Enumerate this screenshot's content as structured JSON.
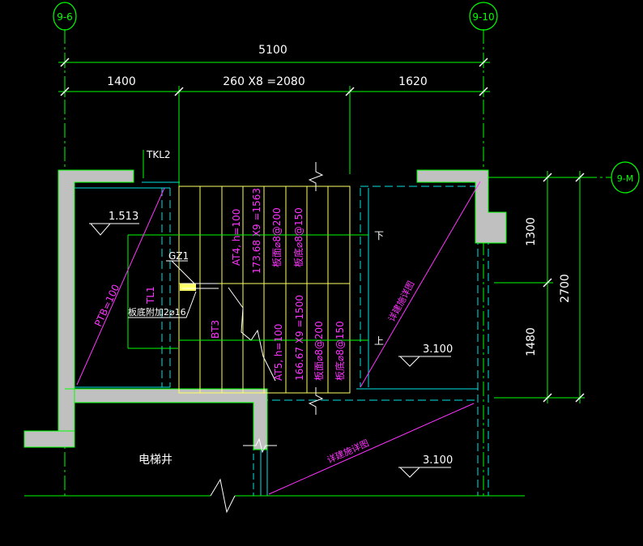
{
  "colors": {
    "background": "#000000",
    "grid": "#00ff00",
    "dimension": "#ffffff",
    "wall": "#c0c0c0",
    "cyan": "#00e5e5",
    "stair": "#ffff66",
    "magenta": "#ff33ff",
    "white": "#ffffff"
  },
  "axes": {
    "left": "9-6",
    "right": "9-10",
    "side": "9-M"
  },
  "dimensions": {
    "total_width": "5100",
    "seg1": "1400",
    "seg2": "260 X8 =2080",
    "seg3": "1620",
    "v_upper": "1300",
    "v_lower": "1480",
    "v_total": "2700"
  },
  "labels": {
    "tkl2": "TKL2",
    "gz1": "GZ1",
    "tl1": "TL1",
    "bt3": "BT3",
    "elev_left": "1.513",
    "elev_right_upper": "3.100",
    "elev_right_lower": "3.100",
    "ptb": "PTB=100",
    "rebar_note": "板底附加2⌀16",
    "at4": "AT4, h=100",
    "at4_steps": "173.68 X9 =1563",
    "at4_top": "板面⌀8@200",
    "at4_bot": "板底⌀8@150",
    "at5": "AT5, h=100",
    "at5_steps": "166.67 X9 =1500",
    "at5_top": "板面⌀8@200",
    "at5_bot": "板底⌀8@150",
    "detail_upper": "详建施详图",
    "detail_lower": "详建施详图",
    "elevator": "电梯井",
    "arrow_up": "下",
    "arrow_down": "上"
  }
}
